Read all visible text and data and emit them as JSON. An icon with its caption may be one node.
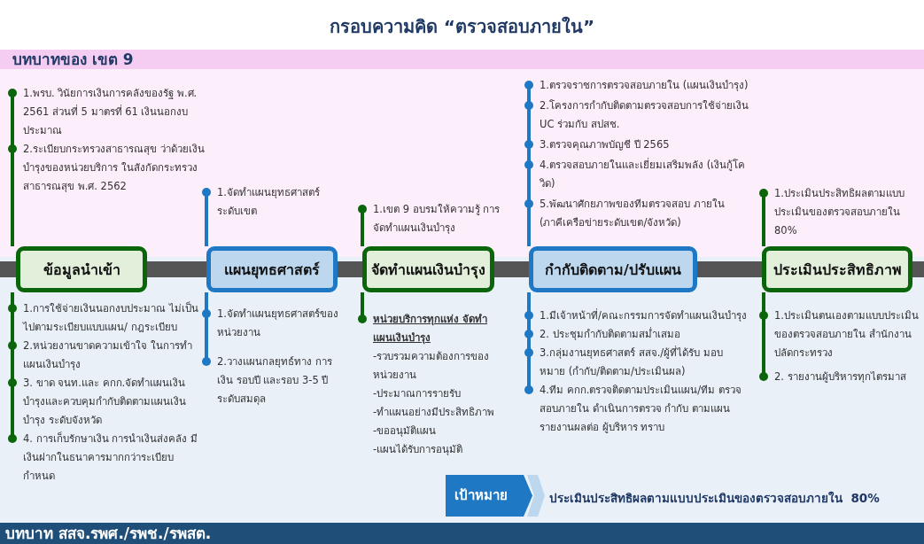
{
  "diagram": {
    "title": "กรอบความคิด “ตรวจสอบภายใน”",
    "nodes": [
      {
        "text": [
          "ข้อมูลนำเข้า"
        ],
        "beside": [
          "1.พรบ.  วินัยการเงินการคลังของรัฐ  พ.ศ. 2561 ส่วนที่ 5 มาตรที่ 61 เงินนอกงบประมาณ",
          "2.ระเบียบกระทรวงสาธารณสุข ว่าด้วยเงินบำรุงของหน่วยบริการ ในสังกัดกระทรวงสาธารณสุข พ.ศ. 2562",
          "1.การใช้จ่ายเงินนอกงบประมาณ ไม่เป็นไปตามระเบียบแบบแผน/ กฎระเบียบ",
          "2.หน่วยงานขาดความเข้าใจ ในการทำ แผนเงินบำรุง",
          "3. ขาด จนท.และ คกก.จัดทำแผนเงิน บำรุงและควบคุมกำกับติดตามแผนเงิน บำรุง  ระดับจังหวัด",
          "4. การเก็บรักษาเงิน การนำเงินส่งคลัง มีเงินฝากในธนาคารมากกว่าระเบียบกำหนด"
        ]
      },
      {
        "text": [
          "แผนยุทธศาสตร์"
        ],
        "beside": [
          "1.จัดทำแผนยุทธศาสตร์ ระดับเขต",
          "1.จัดทำแผนยุทธศาสตร์ของ หน่วยงาน",
          "2.วางแผนกลยุทธ์ทาง การเงิน รอบปี  และรอบ 3-5 ปี ระดับสมดุล"
        ]
      },
      {
        "text": [
          "จัดทำแผนเงินบำรุง"
        ],
        "beside": [
          "1.เขต 9 อบรมให้ความรู้ การจัดทำแผนเงินบำรุง",
          "หน่วยบริการทุกแห่ง  จัดทำ แผนเงินบำรุง",
          "-รวบรวมความต้องการของ หน่วยงาน",
          "-ประมาณการรายรับ",
          "-ทำแผนอย่างมีประสิทธิภาพ",
          "-ขออนุมัติแผน",
          "-แผนได้รับการอนุมัติ"
        ]
      },
      {
        "text": [
          "กำกับติดตาม/ปรับแผน"
        ],
        "beside": [
          "1.ตรวจราชการตรวจสอบภายใน (แผนเงินบำรุง)",
          "2.โครงการกำกับติดตามตรวจสอบการใช้จ่ายเงิน UC ร่วมกับ สปสช.",
          "3.ตรวจคุณภาพบัญชี ปี 2565",
          "4.ตรวจสอบภายในและเยี่ยมเสริมพลัง (เงินกู้โควิด)",
          "5.พัฒนาศักยภาพของทีมตรวจสอบ ภายใน (ภาคีเครือข่ายระดับเขต/จังหวัด)",
          "1.มีเจ้าหน้าที่/คณะกรรมการจัดทำแผนเงินบำรุง",
          "2. ประชุมกำกับติดตามสม่ำเสมอ",
          "3.กลุ่มงานยุทธศาสตร์  สสจ./ผู้ที่ได้รับ มอบหมาย (กำกับ/ติดตาม/ประเมินผล)",
          "4.ทีม คกก.ตรวจติดตามประเมินแผน/ทีม ตรวจสอบภายใน ดำเนินการตรวจ กำกับ ตามแผนรายงานผลต่อ ผู้บริหาร ทราบ"
        ]
      },
      {
        "text": [
          "ประเมินประสิทธิภาพ"
        ],
        "beside": [
          "1.ประเมินประสิทธิผลตามแบบ ประเมินของตรวจสอบภายใน 80%",
          "1.ประเมินตนเองตามแบบประเมิน ของตรวจสอบภายใน สำนักงาน ปลัดกระทรวง",
          "2. รายงานผู้บริหารทุกไตรมาส"
        ]
      },
      {
        "text": [
          "เป้าหมาย"
        ],
        "beside": [
          "ประเมินประสิทธิผลตามแบบประเมินของตรวจสอบภายใน  80%"
        ]
      }
    ],
    "labels": [
      "บทบาทของ เขต 9",
      "บทบาท  สสจ.รพศ./รพช./รพสต."
    ]
  }
}
